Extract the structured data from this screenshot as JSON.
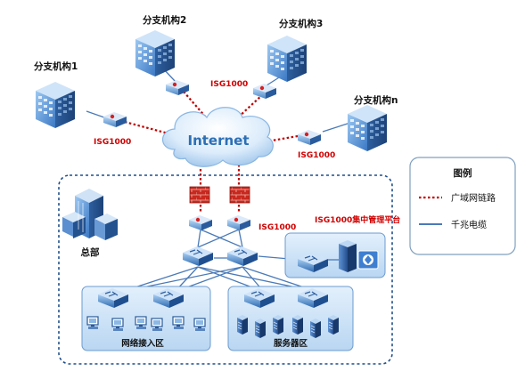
{
  "labels": {
    "branch1": "分支机构1",
    "branch2": "分支机构2",
    "branch3": "分支机构3",
    "branchN": "分支机构n",
    "isg_b1": "ISG1000",
    "isg_b2": "ISG1000",
    "isg_bn": "ISG1000",
    "isg_hq": "ISG1000",
    "internet": "Internet",
    "hq": "总部",
    "mgmt": "ISG1000集中管理平台",
    "access_zone": "网络接入区",
    "server_zone": "服务器区"
  },
  "legend": {
    "title": "图例",
    "wan": "广域网链路",
    "gigabit": "千兆电缆"
  },
  "colors": {
    "wan_link": "#c00000",
    "gigabit_link": "#4a7ab8",
    "isg_label": "#d00000",
    "zone_fill": "#cde3f7",
    "hq_border": "#1f4f8a",
    "legend_border": "#7f9fbf"
  },
  "icons": {
    "branch": "office-building-icon",
    "isg": "isg-firewall-device-icon",
    "cloud": "internet-cloud-icon",
    "firewall": "brick-firewall-icon",
    "switch": "network-switch-icon",
    "pc": "workstation-icon",
    "server": "server-tower-icon",
    "hq": "headquarters-tower-icon"
  }
}
